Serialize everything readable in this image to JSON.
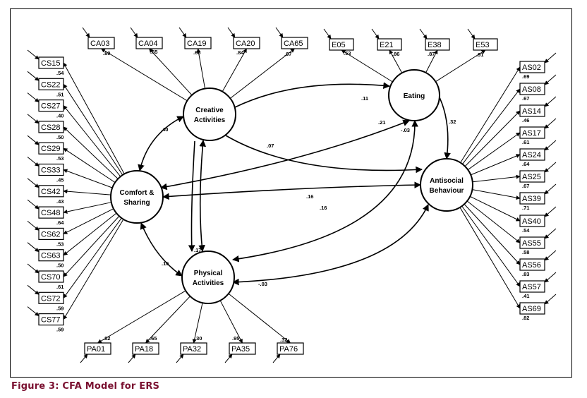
{
  "caption": "Figure 3: CFA Model for ERS",
  "latents": {
    "creative": [
      "Creative",
      "Activities"
    ],
    "eating": [
      "Eating"
    ],
    "comfort": [
      "Comfort &",
      "Sharing"
    ],
    "antisocial": [
      "Antisocial",
      "Behaviour"
    ],
    "physical": [
      "Physical",
      "Activities"
    ]
  },
  "indicators": {
    "CA": {
      "labels": [
        "CA03",
        "CA04",
        "CA19",
        "CA20",
        "CA65"
      ],
      "loadings": [
        ".80",
        ".65",
        ".66",
        ".84",
        ".67"
      ]
    },
    "E": {
      "labels": [
        "E05",
        "E21",
        "E38",
        "E53"
      ],
      "loadings": [
        ".53",
        ".86",
        ".87",
        ".91"
      ]
    },
    "CS": {
      "labels": [
        "CS15",
        "CS22",
        "CS27",
        "CS28",
        "CS29",
        "CS33",
        "CS42",
        "CS48",
        "CS62",
        "CS63",
        "CS70",
        "CS72",
        "CS77"
      ],
      "loadings": [
        ".54",
        ".51",
        ".40",
        ".50",
        ".53",
        ".45",
        ".43",
        ".64",
        ".53",
        ".50",
        ".61",
        ".59",
        ".59"
      ]
    },
    "AS": {
      "labels": [
        "AS02",
        "AS08",
        "AS14",
        "AS17",
        "AS24",
        "AS25",
        "AS39",
        "AS40",
        "AS55",
        "AS56",
        "AS57",
        "AS69"
      ],
      "loadings": [
        ".69",
        ".67",
        ".46",
        ".61",
        ".64",
        ".67",
        ".71",
        ".54",
        ".58",
        ".83",
        ".41",
        ".82"
      ]
    },
    "PA": {
      "labels": [
        "PA01",
        "PA18",
        "PA32",
        "PA35",
        "PA76"
      ],
      "loadings": [
        ".82",
        ".65",
        ".30",
        ".95",
        ".32"
      ]
    }
  },
  "paths": {
    "creative_comfort": ".40",
    "creative_eating": ".11",
    "creative_antisocial": ".07",
    "creative_physical": ".17",
    "eating_comfort": ".21",
    "eating_physical": "-.03",
    "eating_antisocial": ".32",
    "comfort_antisocial": ".16",
    "comfort_physical": ".16",
    "antisocial_physical_a": ".16",
    "antisocial_physical_b": "-.03"
  }
}
